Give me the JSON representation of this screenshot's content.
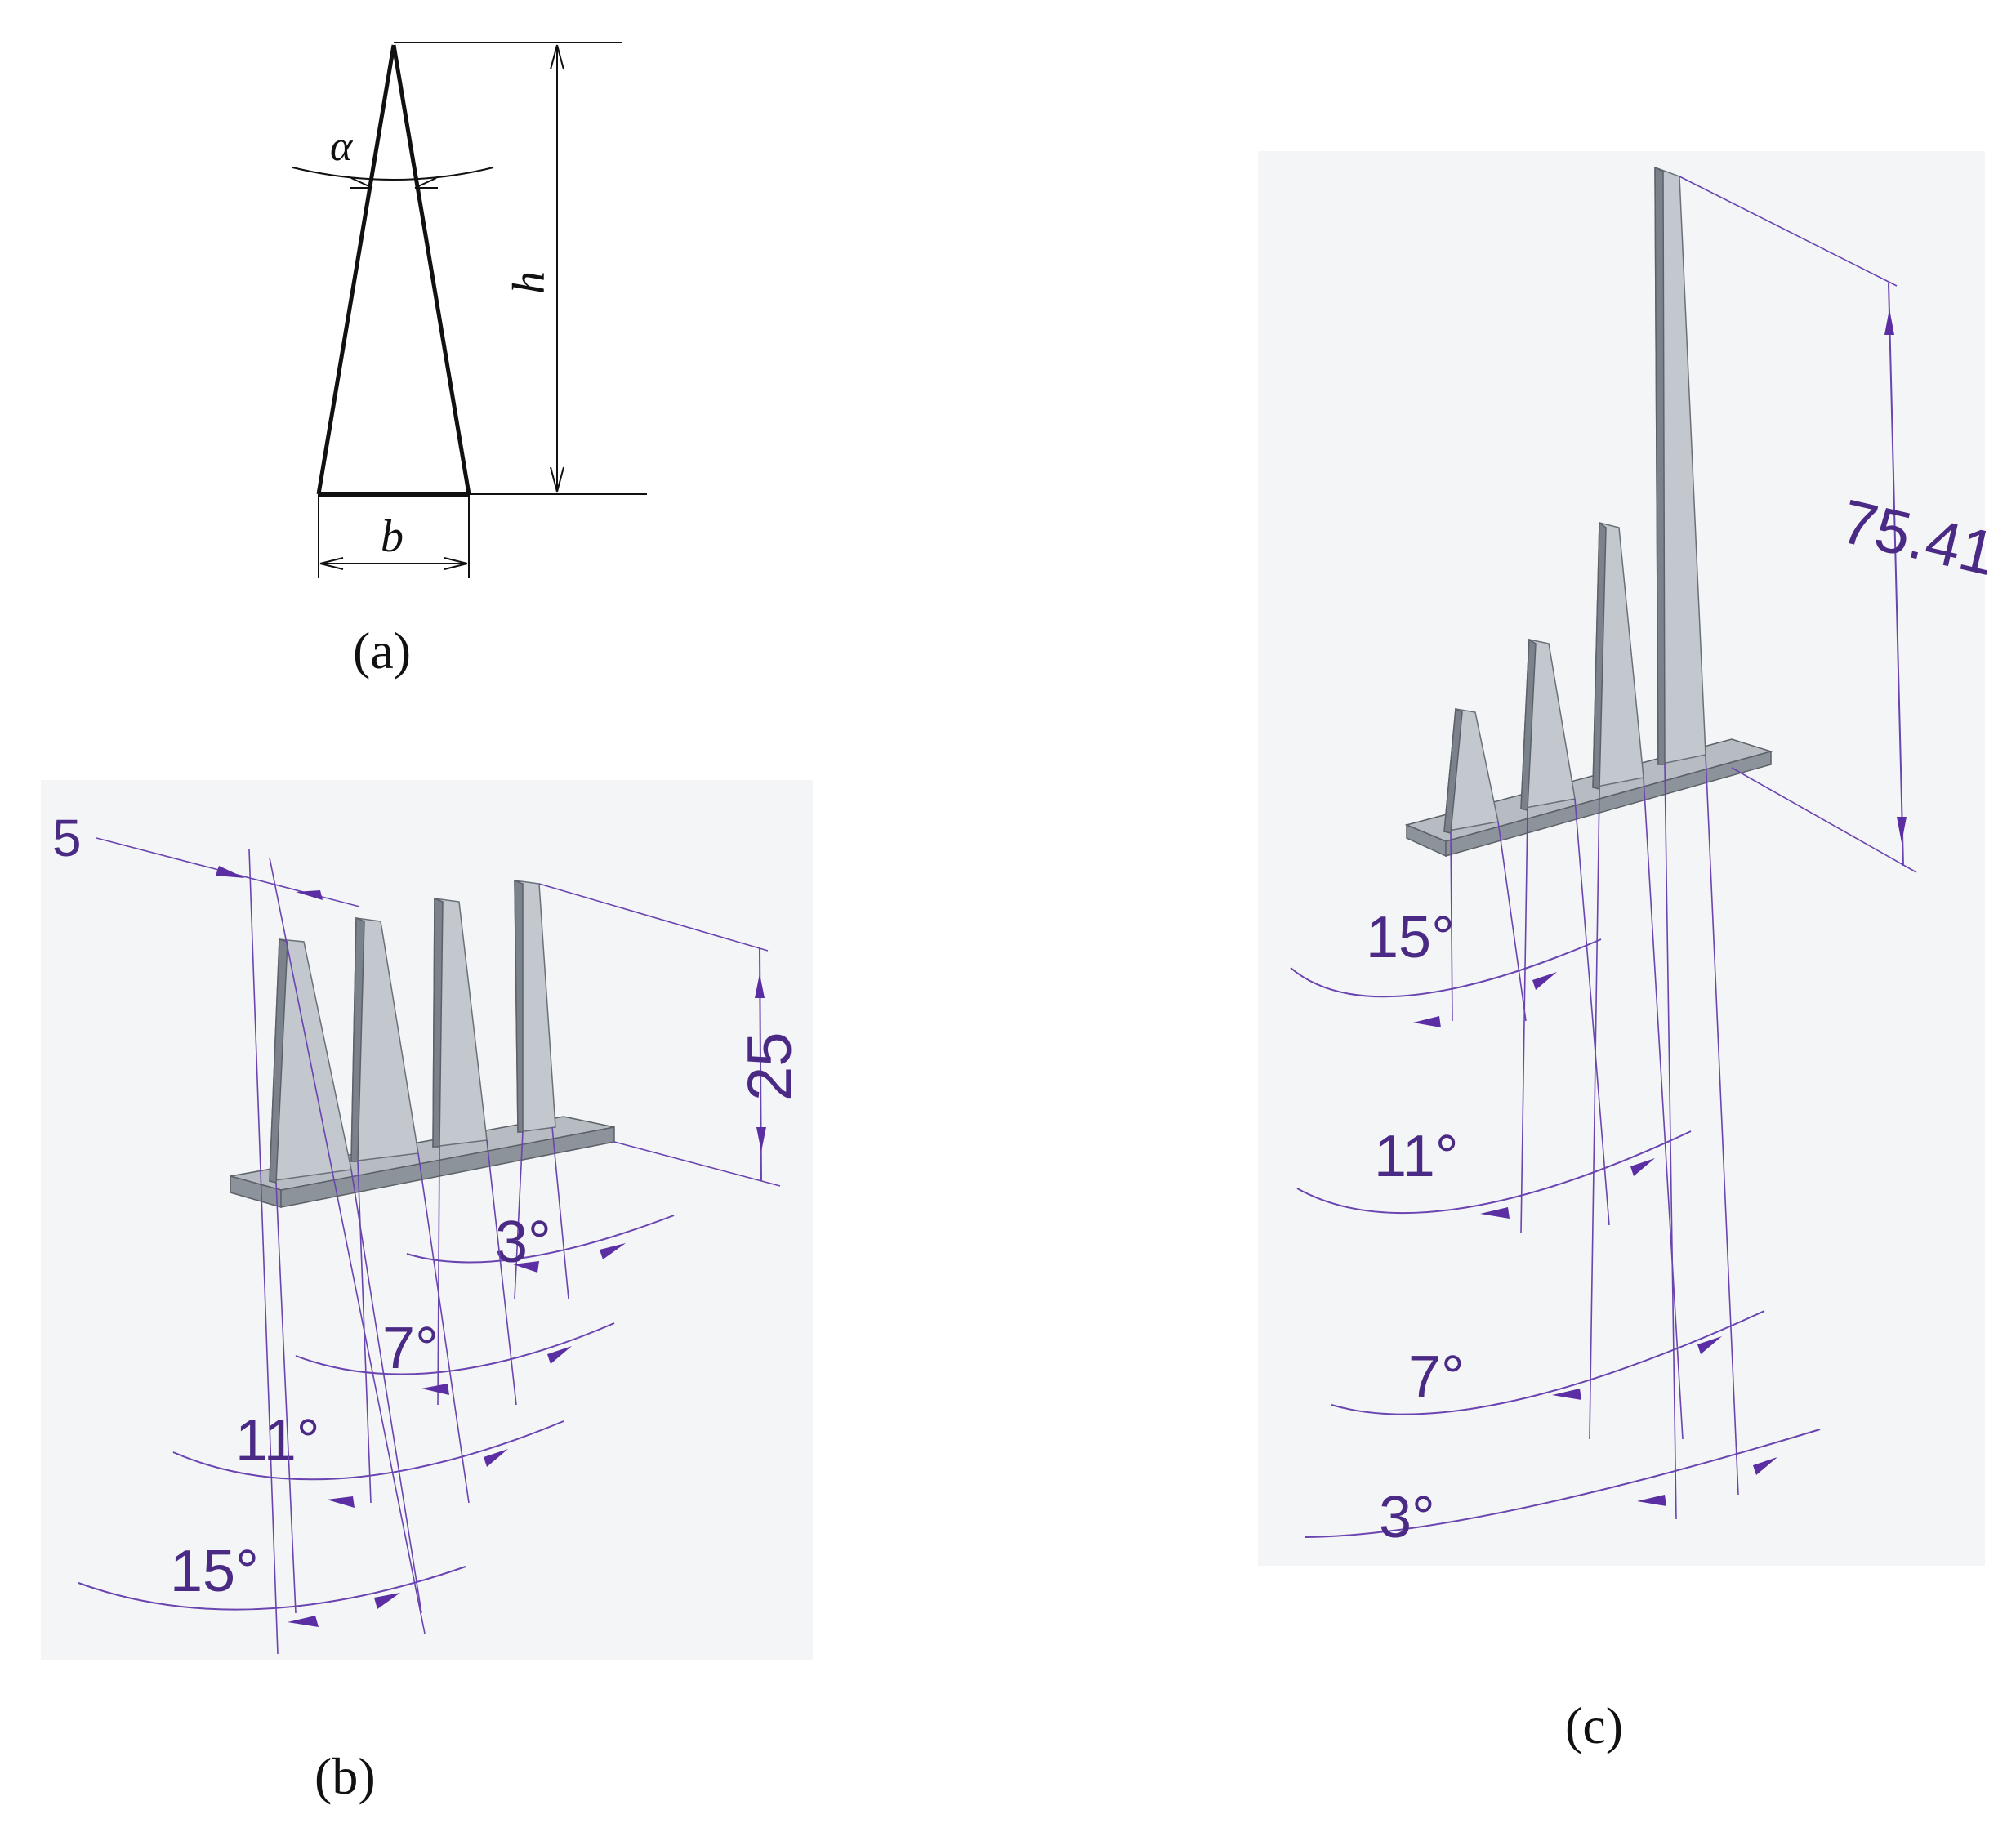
{
  "panel_a": {
    "symbol_alpha": "α",
    "symbol_h": "h",
    "symbol_b": "b",
    "caption": "(a)"
  },
  "panel_b": {
    "dim_spacing": "5",
    "dim_height": "25",
    "angles": [
      "3°",
      "7°",
      "11°",
      "15°"
    ],
    "caption": "(b)"
  },
  "panel_c": {
    "dim_height": "75.41",
    "angles": [
      "15°",
      "11°",
      "7°",
      "3°"
    ],
    "caption": "(c)"
  },
  "colors": {
    "dimension": "#5b2fa3",
    "part": "#9ea4ad",
    "panel_bg": "#f3f5f6"
  }
}
